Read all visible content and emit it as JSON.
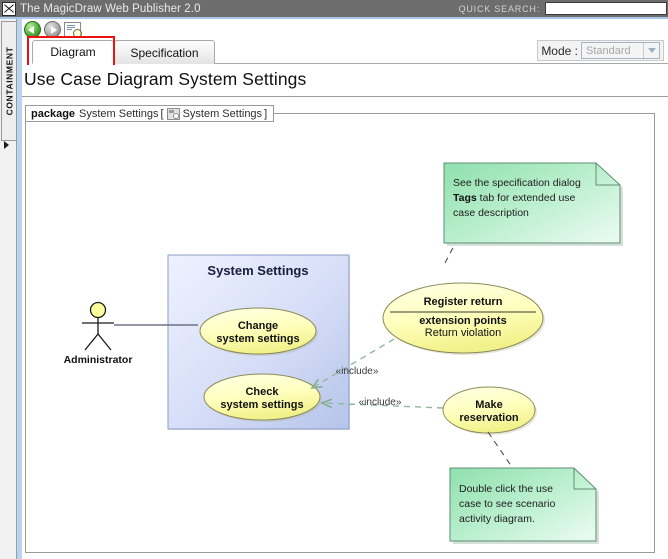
{
  "window": {
    "title": "The MagicDraw Web Publisher 2.0",
    "app_icon": "magicdraw-logo-icon"
  },
  "quick_search": {
    "label": "QUICK SEARCH:",
    "value": "",
    "placeholder": ""
  },
  "sidebar": {
    "tab_label": "CONTAINMENT",
    "expand_arrow": "▶"
  },
  "toolbar": {
    "back_label": "Back",
    "forward_label": "Forward",
    "spec_label": "Specification"
  },
  "tabs": {
    "items": [
      {
        "label": "Diagram",
        "selected": true
      },
      {
        "label": "Specification",
        "selected": false
      }
    ],
    "highlight_color": "#ee1111"
  },
  "mode": {
    "label": "Mode :",
    "value": "Standard",
    "options": [
      "Standard"
    ],
    "disabled": true
  },
  "page": {
    "heading": "Use Case Diagram System Settings"
  },
  "diagram": {
    "frame": {
      "keyword": "package",
      "name": "System Settings",
      "bracket_open": "[",
      "icon": "package-icon",
      "ref_name": "System Settings",
      "bracket_close": "]"
    },
    "actor": {
      "name": "Administrator",
      "head_color": "#ffffa0"
    },
    "package_box": {
      "title": "System Settings",
      "fill_from": "#e9eefc",
      "fill_to": "#b9c8ef"
    },
    "use_cases": [
      {
        "id": "change-system-settings",
        "line1": "Change",
        "line2": "system settings"
      },
      {
        "id": "check-system-settings",
        "line1": "Check",
        "line2": "system settings"
      },
      {
        "id": "register-return",
        "title": "Register return",
        "compartment_title": "extension points",
        "compartment_item": "Return violation"
      },
      {
        "id": "make-reservation",
        "line1": "Make",
        "line2": "reservation"
      }
    ],
    "relationships": [
      {
        "id": "include-register-return",
        "label": "«include»"
      },
      {
        "id": "include-make-reservation",
        "label": "«include»"
      }
    ],
    "notes": [
      {
        "id": "note-specification-tags",
        "line1_a": "See the specification dialog",
        "line2_b": "Tags",
        "line2_a": " tab for extended use",
        "line3_a": "case description"
      },
      {
        "id": "note-double-click",
        "line1_a": "Double click the use",
        "line2_a": "case to see scenario",
        "line3_a": "activity diagram."
      }
    ],
    "colors": {
      "use_case_fill": "#ffffc8",
      "use_case_stroke": "#8a8a5a",
      "note_fill_from": "#a8e8c0",
      "note_fill_to": "#ddf6e6",
      "note_stroke": "#5f8f73",
      "include_stroke": "#8fb89a"
    }
  }
}
